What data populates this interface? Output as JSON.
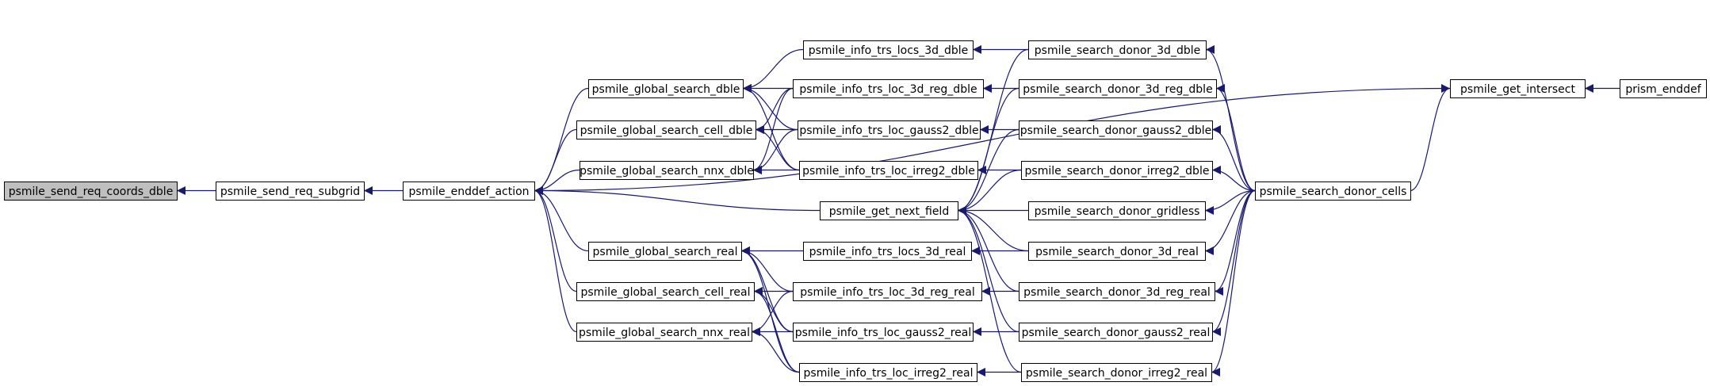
{
  "colors": {
    "edge": "#191970",
    "node_border": "#000000",
    "node_fill": "#ffffff",
    "highlight_fill": "#bfbfbf",
    "text": "#000000"
  },
  "nodes": [
    {
      "id": "send_req_coords_dble",
      "label": "psmile_send_req_coords_dble",
      "highlight": true
    },
    {
      "id": "send_req_subgrid",
      "label": "psmile_send_req_subgrid"
    },
    {
      "id": "enddef_action",
      "label": "psmile_enddef_action"
    },
    {
      "id": "global_search_dble",
      "label": "psmile_global_search_dble"
    },
    {
      "id": "global_search_cell_dble",
      "label": "psmile_global_search_cell_dble"
    },
    {
      "id": "global_search_nnx_dble",
      "label": "psmile_global_search_nnx_dble"
    },
    {
      "id": "global_search_real",
      "label": "psmile_global_search_real"
    },
    {
      "id": "global_search_cell_real",
      "label": "psmile_global_search_cell_real"
    },
    {
      "id": "global_search_nnx_real",
      "label": "psmile_global_search_nnx_real"
    },
    {
      "id": "get_next_field",
      "label": "psmile_get_next_field"
    },
    {
      "id": "info_trs_locs_3d_dble",
      "label": "psmile_info_trs_locs_3d_dble"
    },
    {
      "id": "info_trs_loc_3d_reg_dble",
      "label": "psmile_info_trs_loc_3d_reg_dble"
    },
    {
      "id": "info_trs_loc_gauss2_dble",
      "label": "psmile_info_trs_loc_gauss2_dble"
    },
    {
      "id": "info_trs_loc_irreg2_dble",
      "label": "psmile_info_trs_loc_irreg2_dble"
    },
    {
      "id": "info_trs_locs_3d_real",
      "label": "psmile_info_trs_locs_3d_real"
    },
    {
      "id": "info_trs_loc_3d_reg_real",
      "label": "psmile_info_trs_loc_3d_reg_real"
    },
    {
      "id": "info_trs_loc_gauss2_real",
      "label": "psmile_info_trs_loc_gauss2_real"
    },
    {
      "id": "info_trs_loc_irreg2_real",
      "label": "psmile_info_trs_loc_irreg2_real"
    },
    {
      "id": "search_donor_3d_dble",
      "label": "psmile_search_donor_3d_dble"
    },
    {
      "id": "search_donor_3d_reg_dble",
      "label": "psmile_search_donor_3d_reg_dble"
    },
    {
      "id": "search_donor_gauss2_dble",
      "label": "psmile_search_donor_gauss2_dble"
    },
    {
      "id": "search_donor_irreg2_dble",
      "label": "psmile_search_donor_irreg2_dble"
    },
    {
      "id": "search_donor_gridless",
      "label": "psmile_search_donor_gridless"
    },
    {
      "id": "search_donor_3d_real",
      "label": "psmile_search_donor_3d_real"
    },
    {
      "id": "search_donor_3d_reg_real",
      "label": "psmile_search_donor_3d_reg_real"
    },
    {
      "id": "search_donor_gauss2_real",
      "label": "psmile_search_donor_gauss2_real"
    },
    {
      "id": "search_donor_irreg2_real",
      "label": "psmile_search_donor_irreg2_real"
    },
    {
      "id": "search_donor_cells",
      "label": "psmile_search_donor_cells"
    },
    {
      "id": "get_intersect",
      "label": "psmile_get_intersect"
    },
    {
      "id": "prism_enddef",
      "label": "prism_enddef"
    }
  ],
  "edges": [
    {
      "from": "send_req_subgrid",
      "to": "send_req_coords_dble"
    },
    {
      "from": "enddef_action",
      "to": "send_req_subgrid"
    },
    {
      "from": "global_search_dble",
      "to": "enddef_action"
    },
    {
      "from": "global_search_cell_dble",
      "to": "enddef_action"
    },
    {
      "from": "global_search_nnx_dble",
      "to": "enddef_action"
    },
    {
      "from": "global_search_real",
      "to": "enddef_action"
    },
    {
      "from": "global_search_cell_real",
      "to": "enddef_action"
    },
    {
      "from": "global_search_nnx_real",
      "to": "enddef_action"
    },
    {
      "from": "get_next_field",
      "to": "enddef_action"
    },
    {
      "from": "get_intersect",
      "to": "enddef_action"
    },
    {
      "from": "info_trs_locs_3d_dble",
      "to": "global_search_dble"
    },
    {
      "from": "info_trs_loc_3d_reg_dble",
      "to": "global_search_dble"
    },
    {
      "from": "info_trs_loc_gauss2_dble",
      "to": "global_search_dble"
    },
    {
      "from": "info_trs_loc_irreg2_dble",
      "to": "global_search_dble"
    },
    {
      "from": "info_trs_loc_3d_reg_dble",
      "to": "global_search_cell_dble"
    },
    {
      "from": "info_trs_loc_gauss2_dble",
      "to": "global_search_cell_dble"
    },
    {
      "from": "info_trs_loc_irreg2_dble",
      "to": "global_search_cell_dble"
    },
    {
      "from": "info_trs_loc_3d_reg_dble",
      "to": "global_search_nnx_dble"
    },
    {
      "from": "info_trs_loc_gauss2_dble",
      "to": "global_search_nnx_dble"
    },
    {
      "from": "info_trs_loc_irreg2_dble",
      "to": "global_search_nnx_dble"
    },
    {
      "from": "info_trs_locs_3d_real",
      "to": "global_search_real"
    },
    {
      "from": "info_trs_loc_3d_reg_real",
      "to": "global_search_real"
    },
    {
      "from": "info_trs_loc_gauss2_real",
      "to": "global_search_real"
    },
    {
      "from": "info_trs_loc_irreg2_real",
      "to": "global_search_real"
    },
    {
      "from": "info_trs_loc_3d_reg_real",
      "to": "global_search_cell_real"
    },
    {
      "from": "info_trs_loc_gauss2_real",
      "to": "global_search_cell_real"
    },
    {
      "from": "info_trs_loc_irreg2_real",
      "to": "global_search_cell_real"
    },
    {
      "from": "info_trs_loc_3d_reg_real",
      "to": "global_search_nnx_real"
    },
    {
      "from": "info_trs_loc_gauss2_real",
      "to": "global_search_nnx_real"
    },
    {
      "from": "info_trs_loc_irreg2_real",
      "to": "global_search_nnx_real"
    },
    {
      "from": "search_donor_3d_dble",
      "to": "info_trs_locs_3d_dble"
    },
    {
      "from": "search_donor_3d_reg_dble",
      "to": "info_trs_loc_3d_reg_dble"
    },
    {
      "from": "search_donor_gauss2_dble",
      "to": "info_trs_loc_gauss2_dble"
    },
    {
      "from": "search_donor_irreg2_dble",
      "to": "info_trs_loc_irreg2_dble"
    },
    {
      "from": "search_donor_3d_real",
      "to": "info_trs_locs_3d_real"
    },
    {
      "from": "search_donor_3d_reg_real",
      "to": "info_trs_loc_3d_reg_real"
    },
    {
      "from": "search_donor_gauss2_real",
      "to": "info_trs_loc_gauss2_real"
    },
    {
      "from": "search_donor_irreg2_real",
      "to": "info_trs_loc_irreg2_real"
    },
    {
      "from": "search_donor_3d_dble",
      "to": "get_next_field"
    },
    {
      "from": "search_donor_3d_reg_dble",
      "to": "get_next_field"
    },
    {
      "from": "search_donor_gauss2_dble",
      "to": "get_next_field"
    },
    {
      "from": "search_donor_irreg2_dble",
      "to": "get_next_field"
    },
    {
      "from": "search_donor_gridless",
      "to": "get_next_field"
    },
    {
      "from": "search_donor_3d_real",
      "to": "get_next_field"
    },
    {
      "from": "search_donor_3d_reg_real",
      "to": "get_next_field"
    },
    {
      "from": "search_donor_gauss2_real",
      "to": "get_next_field"
    },
    {
      "from": "search_donor_irreg2_real",
      "to": "get_next_field"
    },
    {
      "from": "search_donor_cells",
      "to": "search_donor_3d_dble"
    },
    {
      "from": "search_donor_cells",
      "to": "search_donor_3d_reg_dble"
    },
    {
      "from": "search_donor_cells",
      "to": "search_donor_gauss2_dble"
    },
    {
      "from": "search_donor_cells",
      "to": "search_donor_irreg2_dble"
    },
    {
      "from": "search_donor_cells",
      "to": "search_donor_gridless"
    },
    {
      "from": "search_donor_cells",
      "to": "search_donor_3d_real"
    },
    {
      "from": "search_donor_cells",
      "to": "search_donor_3d_reg_real"
    },
    {
      "from": "search_donor_cells",
      "to": "search_donor_gauss2_real"
    },
    {
      "from": "search_donor_cells",
      "to": "search_donor_irreg2_real"
    },
    {
      "from": "search_donor_cells",
      "to": "get_intersect"
    },
    {
      "from": "prism_enddef",
      "to": "get_intersect"
    }
  ]
}
